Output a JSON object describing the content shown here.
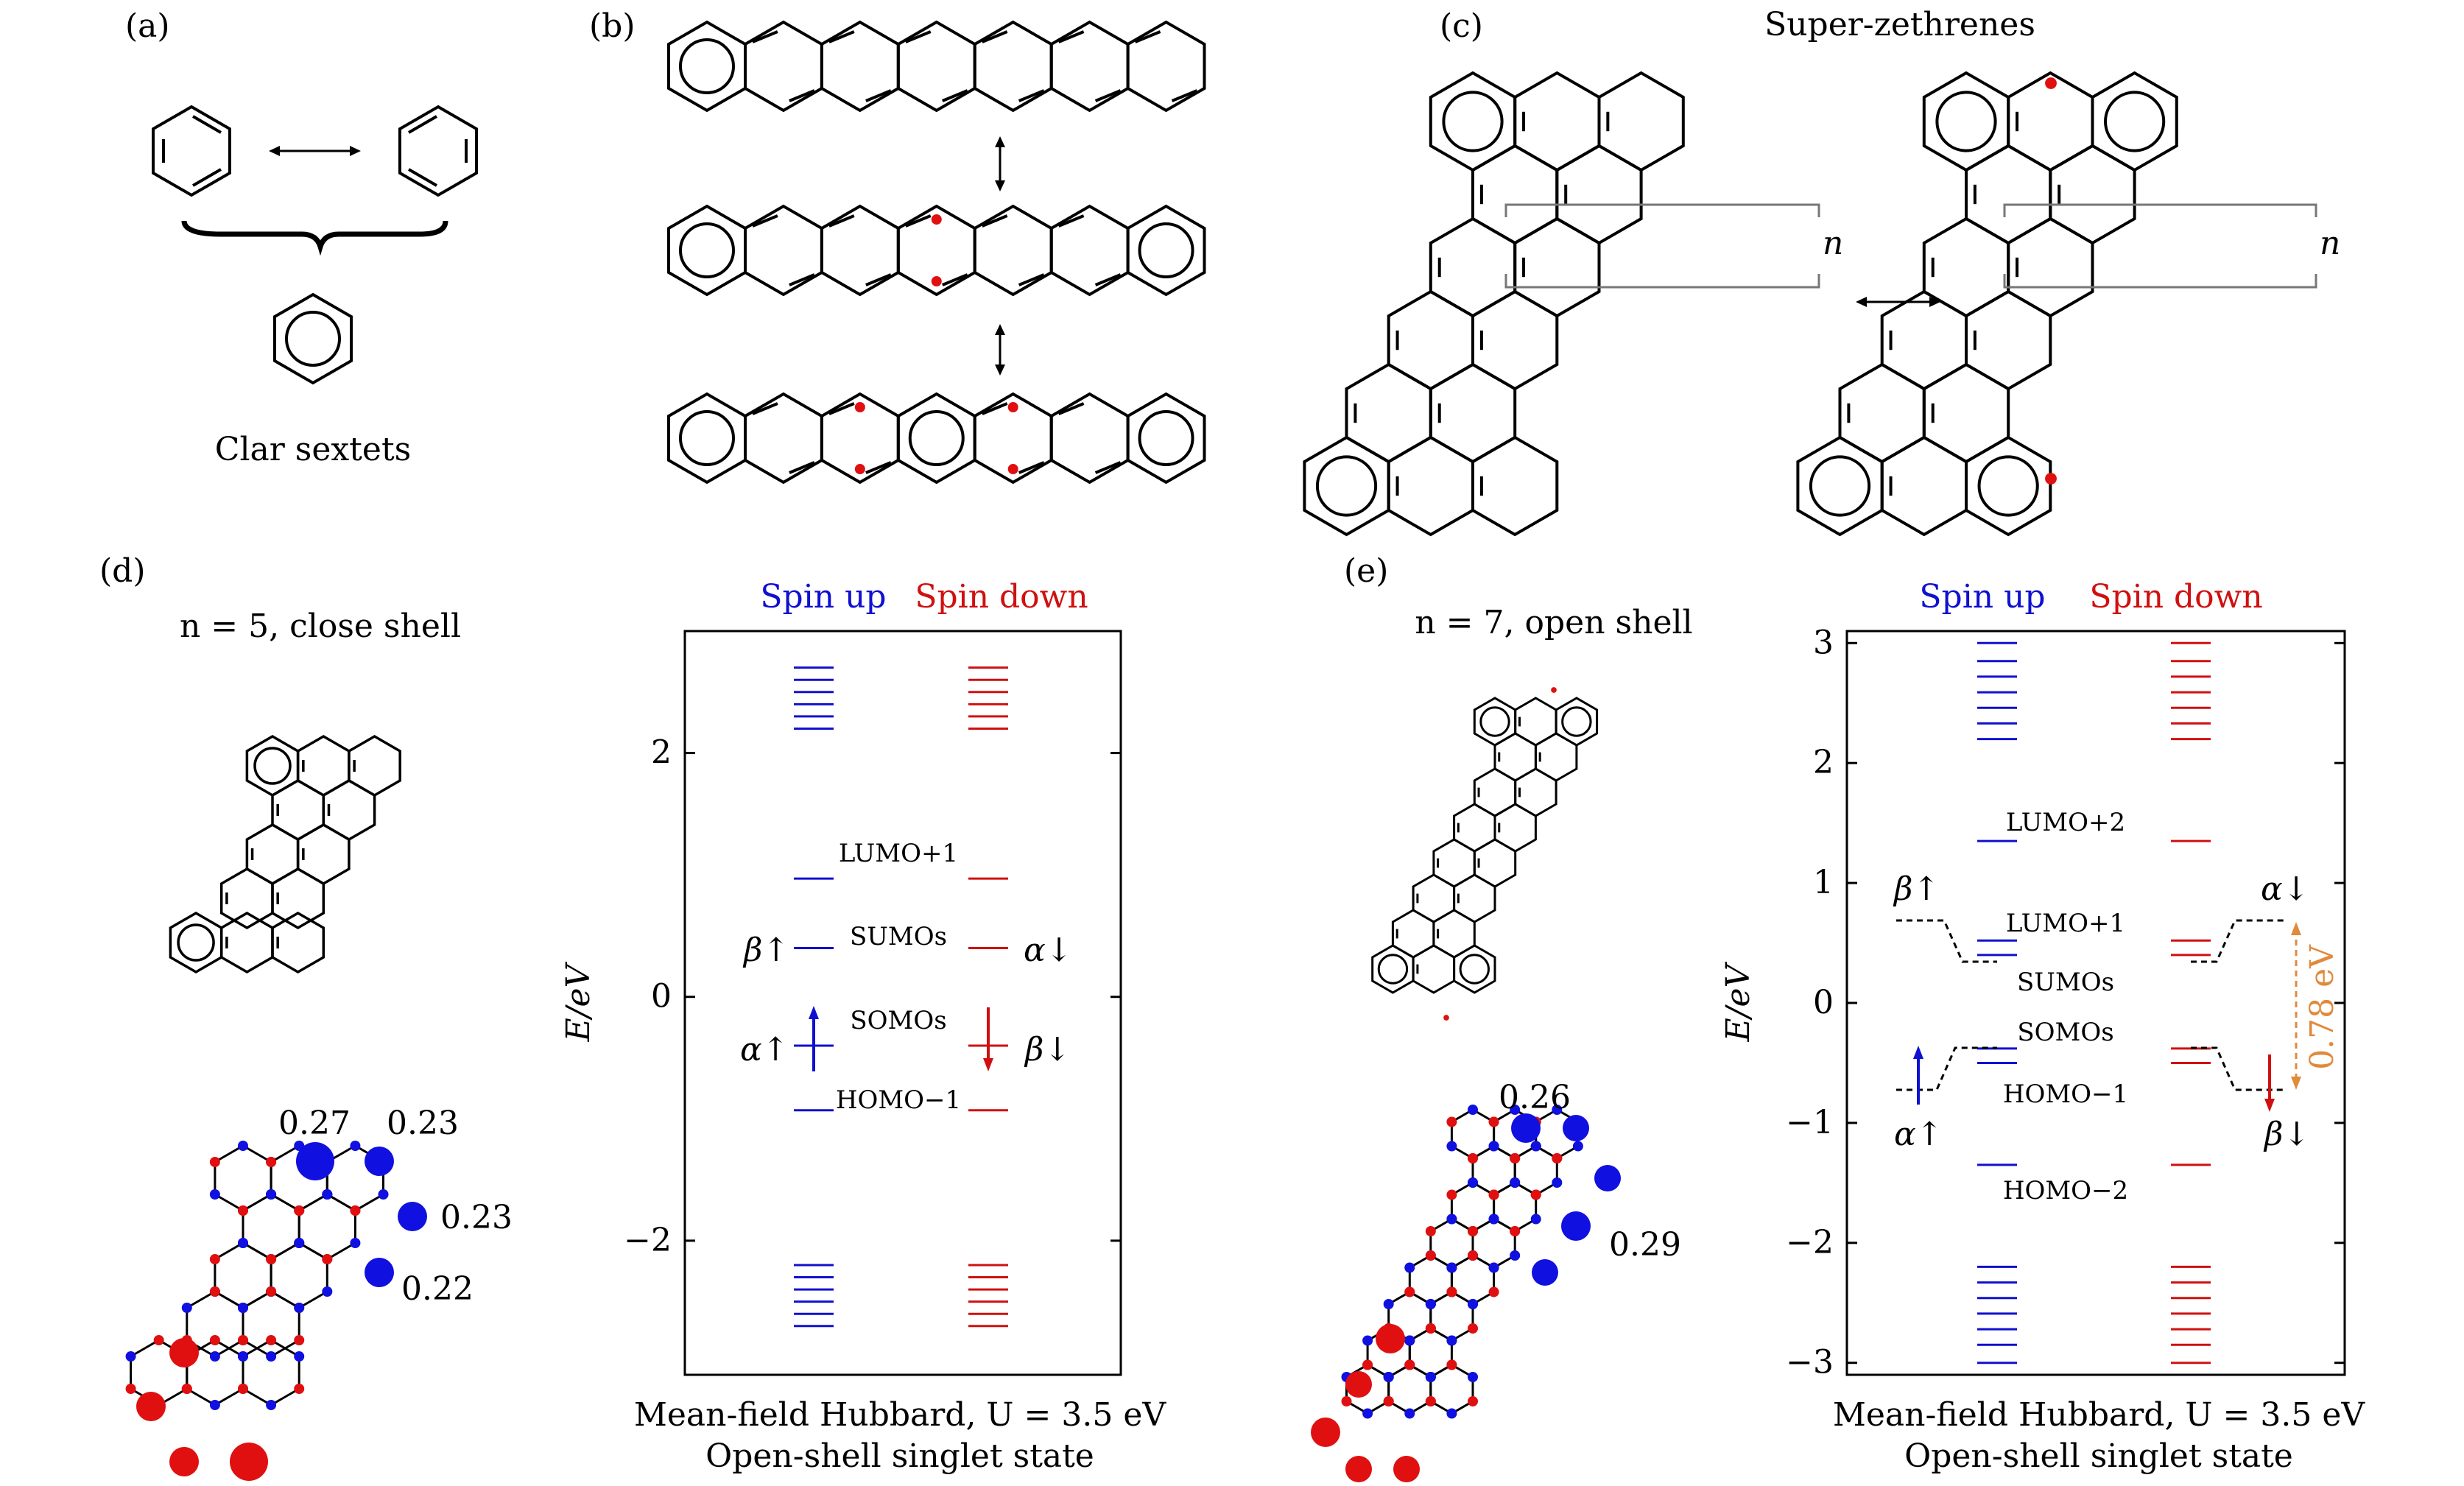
{
  "panels": {
    "a": {
      "tag": "(a)",
      "caption": "Clar sextets"
    },
    "b": {
      "tag": "(b)"
    },
    "c": {
      "tag": "(c)",
      "title": "Super-zethrenes",
      "n": "n"
    },
    "d": {
      "tag": "(d)",
      "subtitle": "n = 5, close shell",
      "spin_values": [
        "0.27",
        "0.23",
        "0.23",
        "0.22"
      ]
    },
    "e": {
      "tag": "(e)",
      "subtitle": "n = 7, open shell",
      "spin_values": [
        "0.26",
        "0.29"
      ]
    }
  },
  "chart_data": [
    {
      "type": "energy-level-diagram",
      "title": "Mean-field Hubbard, U = 3.5 eV",
      "subtitle": "Open-shell singlet state",
      "ylabel": "E/eV",
      "ylim": [
        -3.1,
        3.0
      ],
      "yticks": [
        "2",
        "0",
        "−2"
      ],
      "legend": {
        "spin_up": "Spin up",
        "spin_down": "Spin down"
      },
      "colors": {
        "spin_up": "#1010d0",
        "spin_down": "#d01010"
      },
      "series": [
        {
          "name": "Spin up",
          "levels": [
            2.2,
            2.3,
            2.4,
            2.5,
            2.6,
            2.7,
            0.97,
            0.4,
            -0.4,
            -0.93,
            -2.2,
            -2.3,
            -2.4,
            -2.5,
            -2.6,
            -2.7
          ]
        },
        {
          "name": "Spin down",
          "levels": [
            2.2,
            2.3,
            2.4,
            2.5,
            2.6,
            2.7,
            0.97,
            0.4,
            -0.4,
            -0.93,
            -2.2,
            -2.3,
            -2.4,
            -2.5,
            -2.6,
            -2.7
          ]
        }
      ],
      "level_labels": [
        "LUMO+1",
        "SUMOs",
        "SOMOs",
        "HOMO−1"
      ],
      "spin_labels": [
        "β↑",
        "α↓",
        "α↑",
        "β↓"
      ]
    },
    {
      "type": "energy-level-diagram",
      "title": "Mean-field Hubbard, U = 3.5 eV",
      "subtitle": "Open-shell singlet state",
      "ylabel": "E/eV",
      "ylim": [
        -3.1,
        3.1
      ],
      "yticks": [
        "3",
        "2",
        "1",
        "0",
        "−1",
        "−2",
        "−3"
      ],
      "legend": {
        "spin_up": "Spin up",
        "spin_down": "Spin down"
      },
      "colors": {
        "spin_up": "#1010d0",
        "spin_down": "#d01010",
        "gap": "#e08a3c"
      },
      "series": [
        {
          "name": "Spin up",
          "levels": [
            2.2,
            2.33,
            2.46,
            2.59,
            2.72,
            2.85,
            3.0,
            1.35,
            0.52,
            0.4,
            -0.38,
            -0.5,
            -1.35,
            -2.2,
            -2.33,
            -2.46,
            -2.59,
            -2.72,
            -2.85,
            -3.0
          ]
        },
        {
          "name": "Spin down",
          "levels": [
            2.2,
            2.33,
            2.46,
            2.59,
            2.72,
            2.85,
            3.0,
            1.35,
            0.52,
            0.4,
            -0.38,
            -0.5,
            -1.35,
            -2.2,
            -2.33,
            -2.46,
            -2.59,
            -2.72,
            -2.85,
            -3.0
          ]
        }
      ],
      "level_labels": [
        "LUMO+2",
        "LUMO+1",
        "SUMOs",
        "SOMOs",
        "HOMO−1",
        "HOMO−2"
      ],
      "spin_labels": [
        "β↑",
        "α↓",
        "α↑",
        "β↓"
      ],
      "gap_label": "0.78 eV"
    }
  ]
}
